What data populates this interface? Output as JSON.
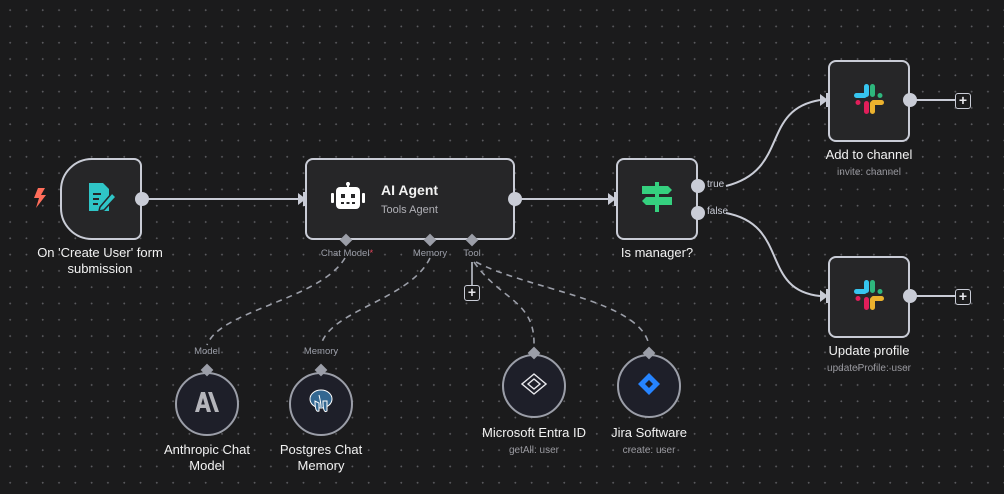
{
  "canvas": {
    "background": "#1b1b1c",
    "grid": "dotted"
  },
  "nodes": {
    "trigger": {
      "name": "On 'Create User' form submission",
      "line1": "On 'Create User' form",
      "line2": "submission",
      "icon": "form-icon",
      "icon_color": "#2fc5c7",
      "trigger_icon": "lightning-icon",
      "trigger_icon_color": "#ff6d5a"
    },
    "agent": {
      "title": "AI Agent",
      "subtitle": "Tools Agent",
      "icon": "robot-icon",
      "ports": {
        "chat_model": "Chat Model",
        "chat_model_required": "*",
        "memory": "Memory",
        "tool": "Tool"
      }
    },
    "if_node": {
      "name": "Is manager?",
      "icon": "signpost-icon",
      "icon_color": "#35d07f",
      "outputs": {
        "true": "true",
        "false": "false"
      }
    },
    "add_channel": {
      "name": "Add to channel",
      "subtitle": "invite: channel",
      "icon": "slack-icon"
    },
    "update_profile": {
      "name": "Update profile",
      "subtitle": "updateProfile: user",
      "icon": "slack-icon"
    },
    "anthropic": {
      "line1": "Anthropic Chat",
      "line2": "Model",
      "port": "Model",
      "icon": "anthropic-icon"
    },
    "postgres": {
      "line1": "Postgres Chat",
      "line2": "Memory",
      "port": "Memory",
      "icon": "postgres-icon"
    },
    "entra": {
      "name": "Microsoft Entra ID",
      "subtitle": "getAll: user",
      "icon": "entra-icon"
    },
    "jira": {
      "name": "Jira Software",
      "subtitle": "create: user",
      "icon": "jira-icon",
      "icon_color": "#2684ff"
    }
  },
  "colors": {
    "edge": "#c9ccd6",
    "dashed_edge": "#9b9ea8",
    "node_border": "#c9ccd6"
  }
}
